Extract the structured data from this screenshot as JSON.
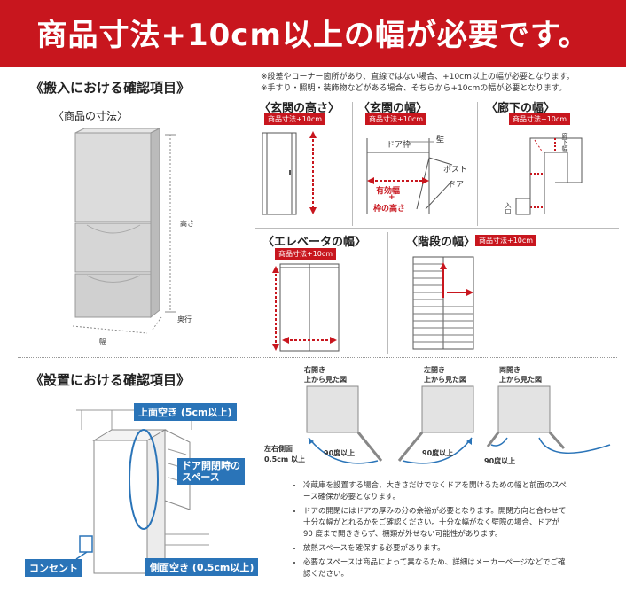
{
  "banner": {
    "title": "商品寸法+10cm以上の幅が必要です。"
  },
  "delivery": {
    "heading": "《搬入における確認項目》",
    "product_size": "〈商品の寸法〉",
    "height_label": "高さ",
    "depth_label": "奥行",
    "width_label": "幅",
    "notes": [
      "※段差やコーナー箇所があり、直線ではない場合、+10cm以上の幅が必要となります。",
      "※手すり・照明・装飾物などがある場合、そちらから+10cmの幅が必要となります。"
    ],
    "entrance_height": {
      "title": "〈玄関の高さ〉",
      "badge": "商品寸法+10cm"
    },
    "entrance_width": {
      "title": "〈玄関の幅〉",
      "badge": "商品寸法+10cm",
      "door_frame": "ドア枠",
      "wall": "壁",
      "post": "ポスト",
      "door": "ドア",
      "effective_width": "有効幅",
      "plus": "+",
      "frame_height": "枠の高さ"
    },
    "corridor_width": {
      "title": "〈廊下の幅〉",
      "badge": "商品寸法+10cm",
      "corridor": "廊下幅",
      "entrance": "入口"
    },
    "elevator_width": {
      "title": "〈エレベータの幅〉",
      "badge": "商品寸法+10cm"
    },
    "stairs_width": {
      "title": "〈階段の幅〉",
      "badge": "商品寸法+10cm"
    }
  },
  "installation": {
    "heading": "《設置における確認項目》",
    "top_space": "上面空き (5cm以上)",
    "door_space_line1": "ドア開閉時の",
    "door_space_line2": "スペース",
    "outlet": "コンセント",
    "side_space": "側面空き (0.5cm以上)",
    "side_gap_line1": "左右側面",
    "side_gap_line2": "0.5cm 以上",
    "right_open": {
      "line1": "右開き",
      "line2": "上から見た図",
      "angle": "90度以上"
    },
    "left_open": {
      "line1": "左開き",
      "line2": "上から見た図",
      "angle": "90度以上"
    },
    "double_open": {
      "line1": "両開き",
      "line2": "上から見た図",
      "angle": "90度以上"
    },
    "bullets": [
      "冷蔵庫を設置する場合、大きさだけでなくドアを開けるための幅と前面のスペース確保が必要となります。",
      "ドアの開閉にはドアの厚みの分の余裕が必要となります。開閉方向と合わせて十分な幅がとれるかをご確認ください。十分な幅がなく壁際の場合、ドアが 90 度まで開ききらず、棚類が外せない可能性があります。",
      "放熱スペースを確保する必要があります。",
      "必要なスペースは商品によって異なるため、詳細はメーカーページなどでご確認ください。"
    ]
  },
  "colors": {
    "accent": "#c8161e",
    "blue": "#2a74b8"
  }
}
